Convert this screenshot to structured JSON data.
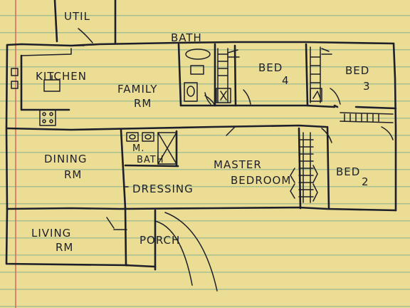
{
  "colors": {
    "paper": "#ebdd94",
    "ink": "#1d1f2a",
    "rule_lines": "#6ea58c",
    "margin_line": "#d66464"
  },
  "labels": {
    "util": "UTIL",
    "bath": "BATH",
    "kitchen": "KITCHEN",
    "family_rm_1": "FAMILY",
    "family_rm_2": "RM",
    "bed4_1": "BED",
    "bed4_2": "4",
    "bed3_1": "BED",
    "bed3_2": "3",
    "dining_rm_1": "DINING",
    "dining_rm_2": "RM",
    "m_bath_1": "M.",
    "m_bath_2": "BATH",
    "master_bedroom_1": "MASTER",
    "master_bedroom_2": "BEDROOM",
    "dressing": "DRESSING",
    "bed2_1": "BED",
    "bed2_2": "2",
    "living_rm_1": "LIVING",
    "living_rm_2": "RM",
    "porch": "PORCH"
  }
}
